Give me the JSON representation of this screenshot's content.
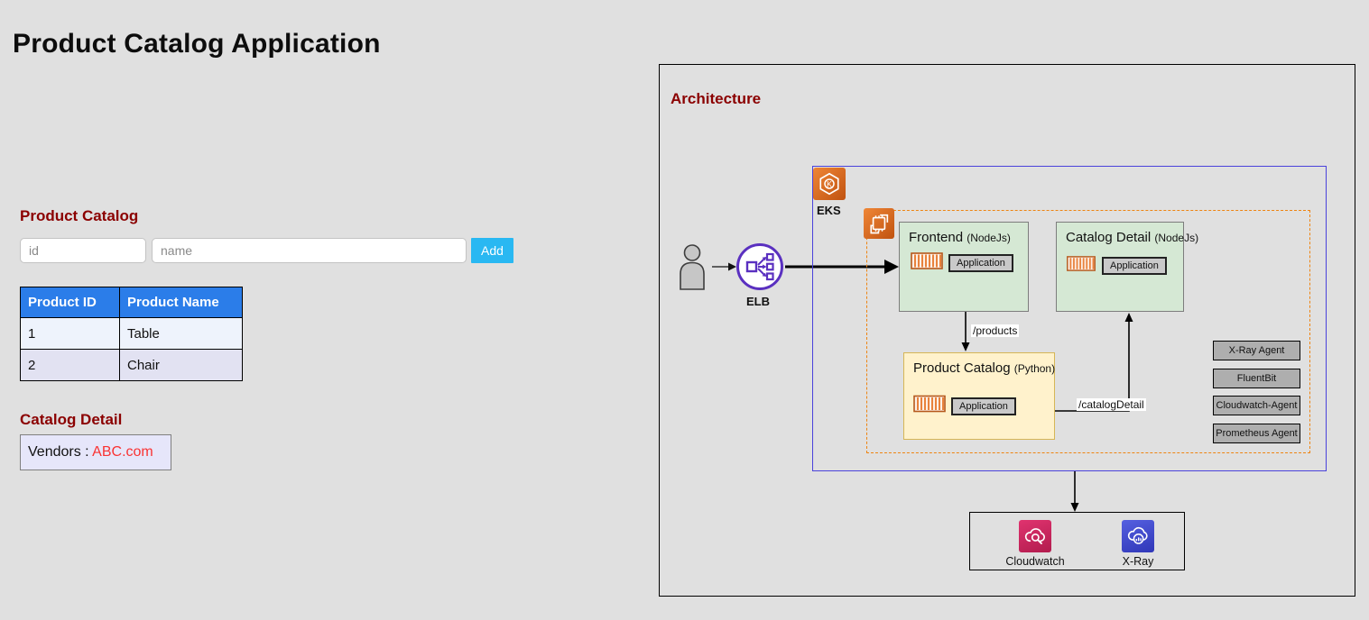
{
  "page": {
    "title": "Product Catalog Application"
  },
  "catalog": {
    "heading": "Product Catalog",
    "id_placeholder": "id",
    "name_placeholder": "name",
    "add_label": "Add",
    "table": {
      "headers": [
        "Product ID",
        "Product Name"
      ],
      "rows": [
        [
          "1",
          "Table"
        ],
        [
          "2",
          "Chair"
        ]
      ]
    }
  },
  "detail": {
    "heading": "Catalog Detail",
    "vendors_label": "Vendors : ",
    "vendor_name": "ABC.com"
  },
  "architecture": {
    "heading": "Architecture",
    "elb_label": "ELB",
    "eks_label": "EKS",
    "nodes": {
      "frontend": {
        "title": "Frontend ",
        "runtime": "(NodeJs)",
        "app_label": "Application"
      },
      "catalog_detail": {
        "title": "Catalog Detail ",
        "runtime": "(NodeJs)",
        "app_label": "Application"
      },
      "product_catalog": {
        "title": "Product Catalog ",
        "runtime": "(Python)",
        "app_label": "Application"
      }
    },
    "edges": {
      "products": "/products",
      "catalog_detail": "/catalogDetail"
    },
    "agents": [
      "X-Ray Agent",
      "FluentBit",
      "Cloudwatch-Agent",
      "Prometheus Agent"
    ],
    "monitoring": {
      "cloudwatch": "Cloudwatch",
      "xray": "X-Ray"
    }
  },
  "colors": {
    "page_bg": "#e0e0e0",
    "heading_red": "#8b0000",
    "add_button": "#29b8f2",
    "table_header": "#2b7de9",
    "row_even": "#eef3fc",
    "row_odd": "#e2e2f2",
    "vendor_box_bg": "#e6e6fa",
    "vendor_link": "#f93333",
    "eks_border": "#4a42db",
    "dashed_border": "#ee8411",
    "node_green": "#d5e8d4",
    "node_yellow": "#fff2cc",
    "aws_orange": "#e1701a",
    "elb_purple": "#5a30c0",
    "cloudwatch_pink": "#cc2a62",
    "xray_blue": "#424bcf",
    "agent_gray": "#aeaeae"
  },
  "icons": {
    "user": "user-icon",
    "elb": "load-balancer-icon",
    "eks": "eks-hexagon-icon",
    "containers": "containers-chip-icon",
    "container": "container-stripes-icon",
    "cloudwatch": "cloudwatch-cloud-icon",
    "xray": "xray-cloud-icon"
  }
}
